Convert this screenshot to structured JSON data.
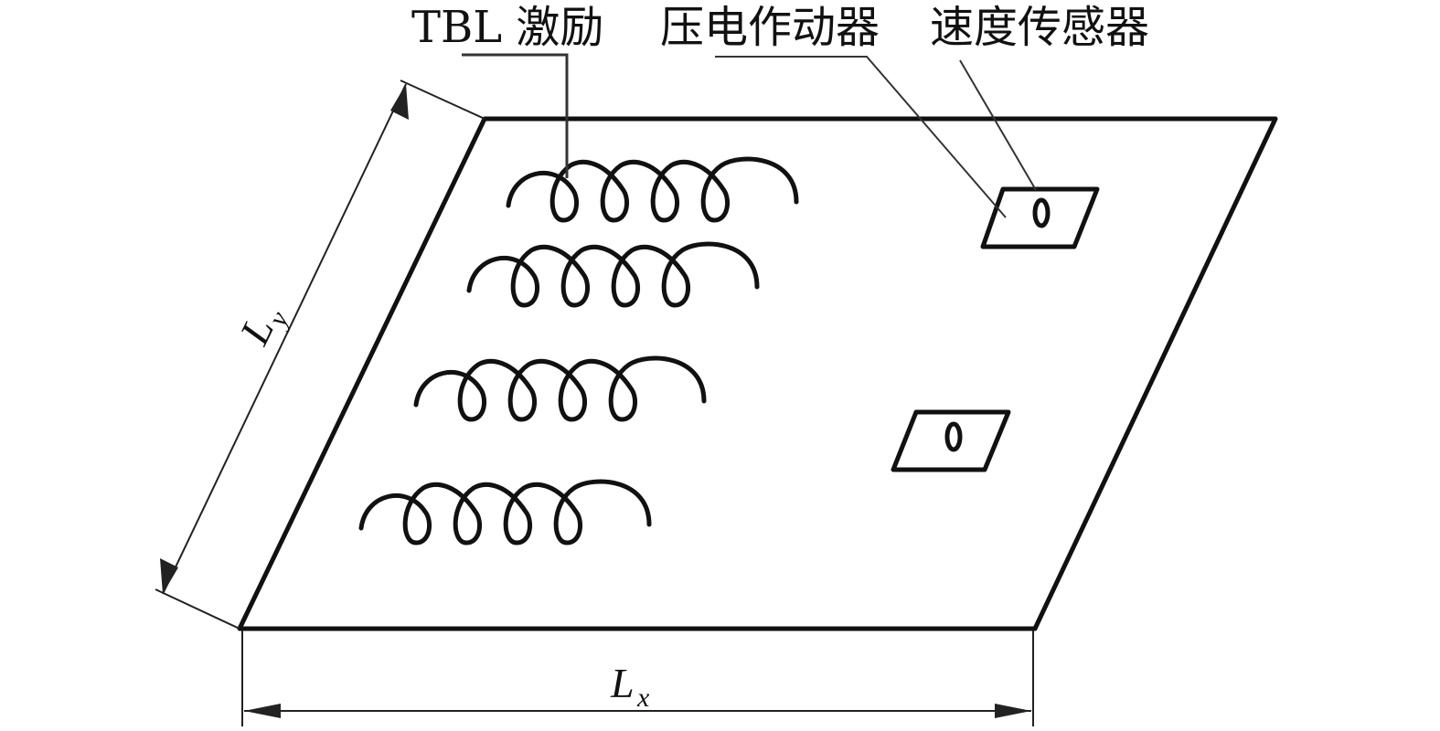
{
  "labels": {
    "tbl": "TBL 激励",
    "actuator": "压电作动器",
    "sensor": "速度传感器"
  },
  "dimensions": {
    "ly_main": "L",
    "ly_sub": "y",
    "lx_main": "L",
    "lx_sub": "x"
  },
  "excitation_rows": 4,
  "loops_per_row": 4,
  "actuator_sensor_pairs": 2,
  "colors": {
    "stroke": "#111111",
    "background": "#ffffff"
  }
}
